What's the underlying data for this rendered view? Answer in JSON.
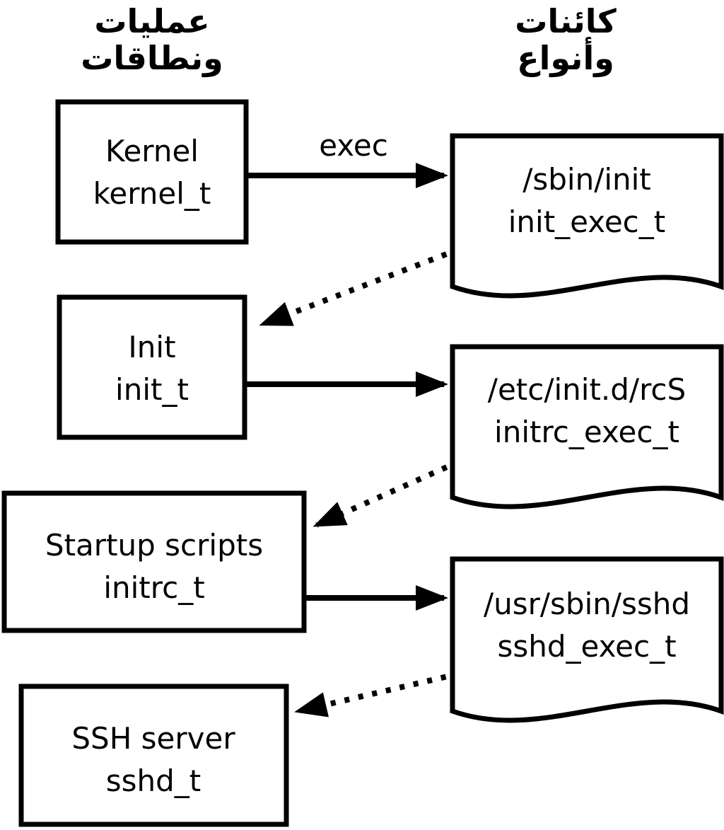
{
  "diagram": {
    "headers": {
      "left_line1": "عمليات",
      "left_line2": "ونطاقات",
      "right_line1": "كائنات",
      "right_line2": "وأنواع"
    },
    "processes": [
      {
        "name": "Kernel",
        "type": "kernel_t"
      },
      {
        "name": "Init",
        "type": "init_t"
      },
      {
        "name": "Startup scripts",
        "type": "initrc_t"
      },
      {
        "name": "SSH server",
        "type": "sshd_t"
      }
    ],
    "objects": [
      {
        "path": "/sbin/init",
        "type": "init_exec_t"
      },
      {
        "path": "/etc/init.d/rcS",
        "type": "initrc_exec_t"
      },
      {
        "path": "/usr/sbin/sshd",
        "type": "sshd_exec_t"
      }
    ],
    "edge_label": "exec",
    "colors": {
      "stroke": "#000000",
      "fill": "#ffffff"
    }
  }
}
